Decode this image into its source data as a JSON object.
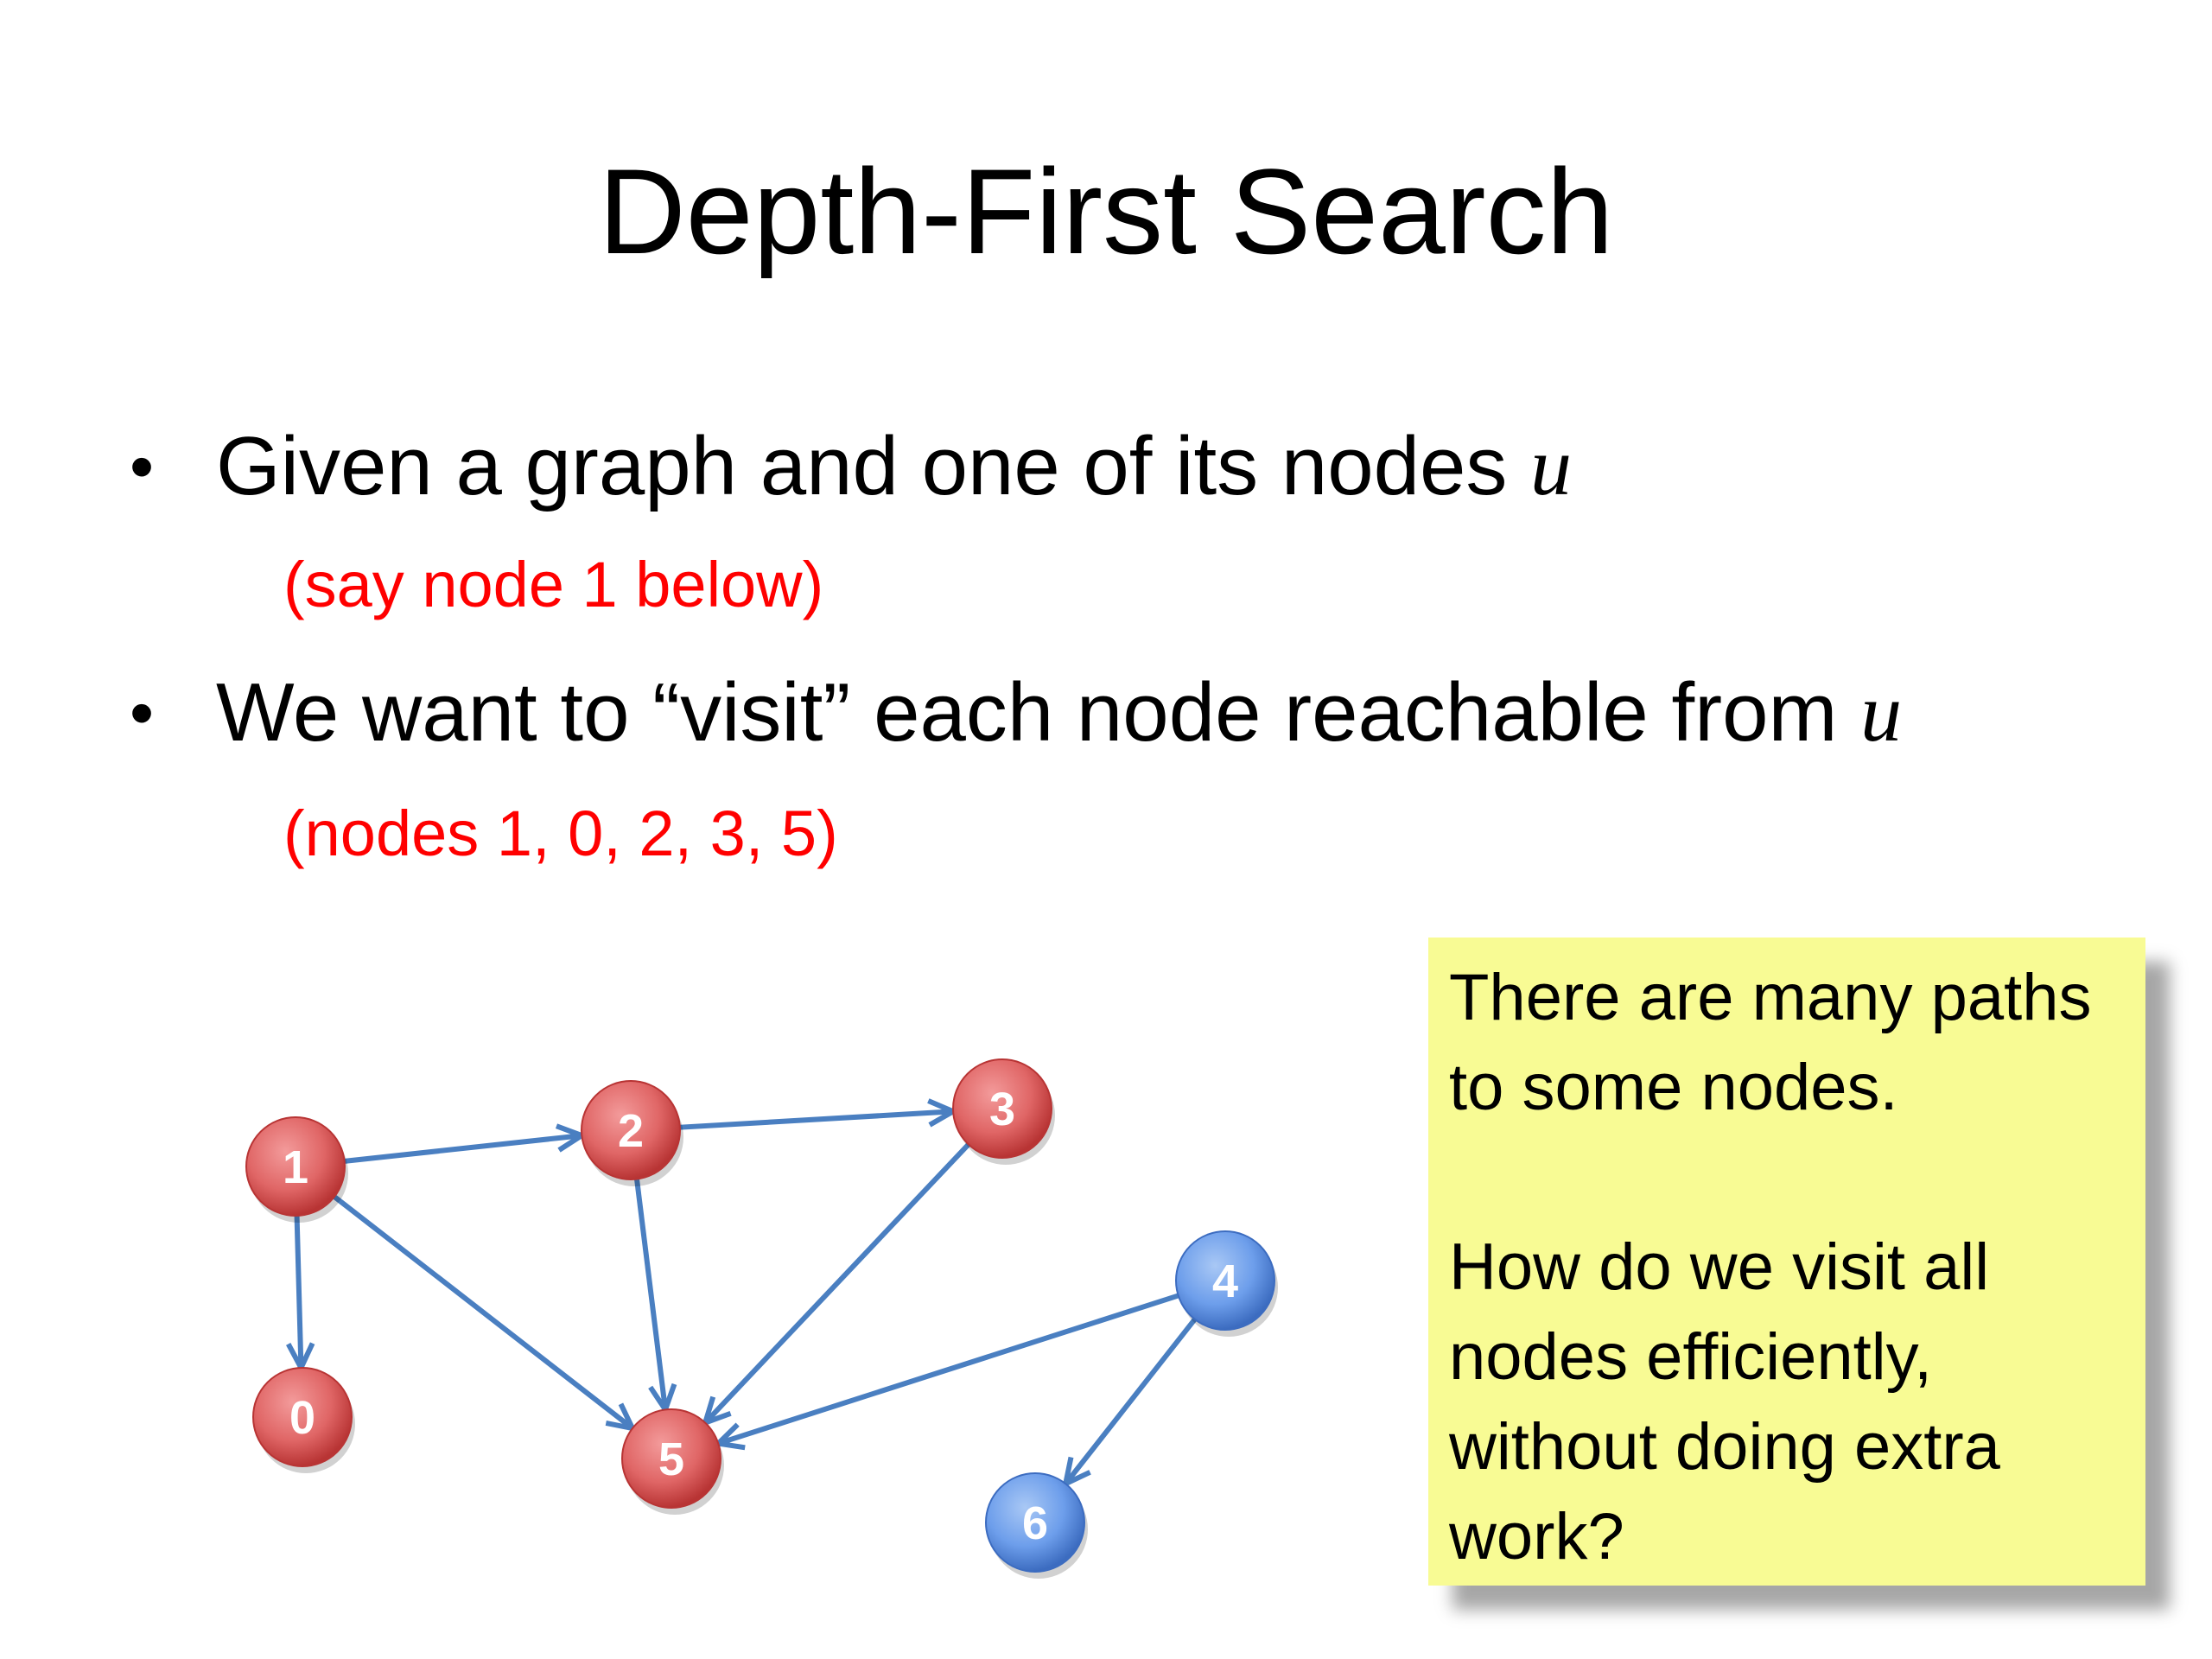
{
  "title": "Depth-First Search",
  "bullets": [
    {
      "bullet_glyph": "•",
      "text": "Given a graph and one of its nodes ",
      "var": "u",
      "note": "(say node 1 below)"
    },
    {
      "bullet_glyph": "•",
      "text": "We want to “visit” each node reachable from ",
      "var": "u",
      "note": "(nodes 1, 0, 2, 3, 5)"
    }
  ],
  "graph": {
    "colors": {
      "red_node": "#e06666",
      "red_node_dark": "#b83434",
      "blue_node": "#6d9eeb",
      "blue_node_dark": "#3c6cc0",
      "edge": "#4a7fc1",
      "label": "#ffffff"
    },
    "nodes": [
      {
        "id": "0",
        "label": "0",
        "group": "red"
      },
      {
        "id": "1",
        "label": "1",
        "group": "red"
      },
      {
        "id": "2",
        "label": "2",
        "group": "red"
      },
      {
        "id": "3",
        "label": "3",
        "group": "red"
      },
      {
        "id": "4",
        "label": "4",
        "group": "blue"
      },
      {
        "id": "5",
        "label": "5",
        "group": "red"
      },
      {
        "id": "6",
        "label": "6",
        "group": "blue"
      }
    ],
    "edges": [
      {
        "from": "1",
        "to": "2"
      },
      {
        "from": "2",
        "to": "3"
      },
      {
        "from": "1",
        "to": "0"
      },
      {
        "from": "1",
        "to": "5"
      },
      {
        "from": "2",
        "to": "5"
      },
      {
        "from": "3",
        "to": "5"
      },
      {
        "from": "4",
        "to": "5"
      },
      {
        "from": "4",
        "to": "6"
      }
    ]
  },
  "sticky_note": {
    "line1": "There are many paths",
    "line2": "to some nodes.",
    "line3": "How do we visit all",
    "line4": "nodes efficiently,",
    "line5": "without doing extra",
    "line6": "work?"
  }
}
